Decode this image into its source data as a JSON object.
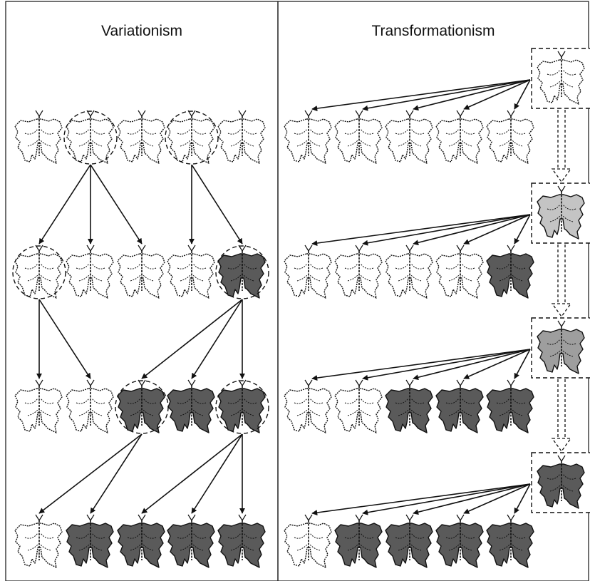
{
  "panels": [
    {
      "id": "left",
      "title": "Variationism",
      "rows": [
        {
          "colors": [
            "white",
            "white",
            "white",
            "white",
            "white"
          ],
          "circled": [
            1,
            3
          ]
        },
        {
          "colors": [
            "white",
            "white",
            "white",
            "white",
            "dark"
          ],
          "circled": [
            0,
            4
          ]
        },
        {
          "colors": [
            "white",
            "white",
            "dark",
            "dark",
            "dark"
          ],
          "circled": [
            2,
            4
          ]
        },
        {
          "colors": [
            "white",
            "dark",
            "dark",
            "dark",
            "dark"
          ],
          "circled": []
        }
      ],
      "links": [
        {
          "from": [
            0,
            1
          ],
          "to": [
            1,
            0
          ]
        },
        {
          "from": [
            0,
            1
          ],
          "to": [
            1,
            1
          ]
        },
        {
          "from": [
            0,
            1
          ],
          "to": [
            1,
            2
          ]
        },
        {
          "from": [
            0,
            3
          ],
          "to": [
            1,
            3
          ]
        },
        {
          "from": [
            0,
            3
          ],
          "to": [
            1,
            4
          ]
        },
        {
          "from": [
            1,
            0
          ],
          "to": [
            2,
            0
          ]
        },
        {
          "from": [
            1,
            0
          ],
          "to": [
            2,
            1
          ]
        },
        {
          "from": [
            1,
            4
          ],
          "to": [
            2,
            2
          ]
        },
        {
          "from": [
            1,
            4
          ],
          "to": [
            2,
            3
          ]
        },
        {
          "from": [
            1,
            4
          ],
          "to": [
            2,
            4
          ]
        },
        {
          "from": [
            2,
            2
          ],
          "to": [
            3,
            0
          ]
        },
        {
          "from": [
            2,
            2
          ],
          "to": [
            3,
            1
          ]
        },
        {
          "from": [
            2,
            4
          ],
          "to": [
            3,
            2
          ]
        },
        {
          "from": [
            2,
            4
          ],
          "to": [
            3,
            3
          ]
        },
        {
          "from": [
            2,
            4
          ],
          "to": [
            3,
            4
          ]
        }
      ]
    },
    {
      "id": "right",
      "title": "Transformationism",
      "templates": [
        "white",
        "light",
        "medium",
        "dark"
      ],
      "rows": [
        {
          "colors": [
            "white",
            "white",
            "white",
            "white",
            "white"
          ]
        },
        {
          "colors": [
            "white",
            "white",
            "white",
            "white",
            "dark"
          ]
        },
        {
          "colors": [
            "white",
            "white",
            "dark",
            "dark",
            "dark"
          ]
        },
        {
          "colors": [
            "white",
            "dark",
            "dark",
            "dark",
            "dark"
          ]
        }
      ]
    }
  ],
  "palette": {
    "white": "#ffffff",
    "light": "#c4c4c4",
    "medium": "#9e9e9e",
    "dark": "#5a5a5a",
    "stroke": "#111111"
  },
  "icons": {
    "organism": "butterfly-icon"
  }
}
